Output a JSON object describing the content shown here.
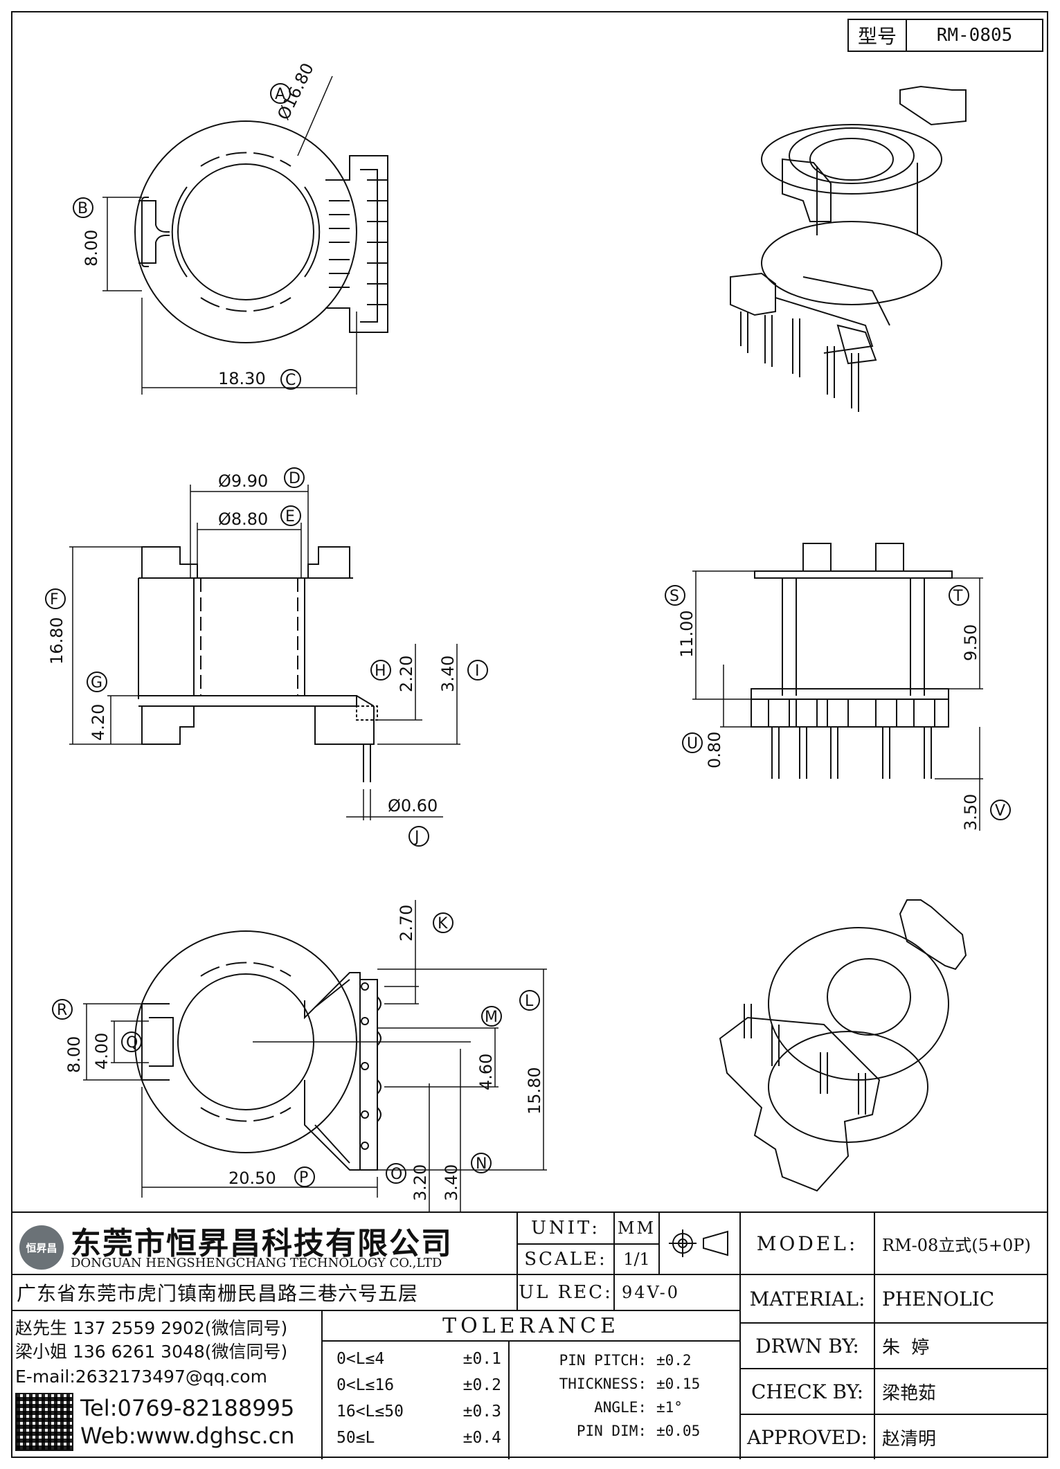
{
  "model_box": {
    "label": "型号",
    "value": "RM-0805"
  },
  "dimensions": {
    "A": "Ø16.80",
    "B": "8.00",
    "C": "18.30",
    "D": "Ø9.90",
    "E": "Ø8.80",
    "F": "16.80",
    "G": "4.20",
    "H": "2.20",
    "I": "3.40",
    "J": "Ø0.60",
    "S": "11.00",
    "T": "9.50",
    "U": "0.80",
    "V": "3.50",
    "K": "2.70",
    "L": "15.80",
    "M": "4.60",
    "Q": "4.00",
    "R": "8.00",
    "P": "20.50",
    "O": "3.20",
    "N": "3.40"
  },
  "bubbles": [
    "A",
    "B",
    "C",
    "D",
    "E",
    "F",
    "G",
    "H",
    "I",
    "J",
    "S",
    "T",
    "U",
    "V",
    "K",
    "L",
    "M",
    "N",
    "O",
    "P",
    "Q",
    "R"
  ],
  "company": {
    "logo_text": "恒昇昌",
    "name_cn": "东莞市恒昇昌科技有限公司",
    "name_en": "DONGUAN HENGSHENGCHANG TECHNOLOGY CO.,LTD",
    "address": "广东省东莞市虎门镇南栅民昌路三巷六号五层",
    "contact1": "赵先生 137 2559 2902(微信同号)",
    "contact2": "梁小姐 136 6261 3048(微信同号)",
    "email": "E-mail:2632173497@qq.com",
    "tel": "Tel:0769-82188995",
    "web": "Web:www.dghsc.cn"
  },
  "specs": {
    "unit_label": "UNIT:",
    "unit_value": "MM",
    "scale_label": "SCALE:",
    "scale_value": "1/1",
    "ulrec_label": "UL REC:",
    "ulrec_value": "94V-0"
  },
  "tolerance": {
    "title": "TOLERANCE",
    "ranges": [
      {
        "range": "0<L≤4",
        "tol": "±0.1"
      },
      {
        "range": "0<L≤16",
        "tol": "±0.2"
      },
      {
        "range": "16<L≤50",
        "tol": "±0.3"
      },
      {
        "range": "50≤L",
        "tol": "±0.4"
      }
    ],
    "other": [
      {
        "label": "PIN PITCH:",
        "tol": "±0.2"
      },
      {
        "label": "THICKNESS:",
        "tol": "±0.15"
      },
      {
        "label": "ANGLE:",
        "tol": "±1°"
      },
      {
        "label": "PIN DIM:",
        "tol": "±0.05"
      }
    ]
  },
  "info": {
    "model_label": "MODEL:",
    "model_value": "RM-08立式(5+0P)",
    "material_label": "MATERIAL:",
    "material_value": "PHENOLIC",
    "drwn_label": "DRWN BY:",
    "drwn_value": "朱 婷",
    "check_label": "CHECK BY:",
    "check_value": "梁艳茹",
    "approved_label": "APPROVED:",
    "approved_value": "赵清明"
  }
}
